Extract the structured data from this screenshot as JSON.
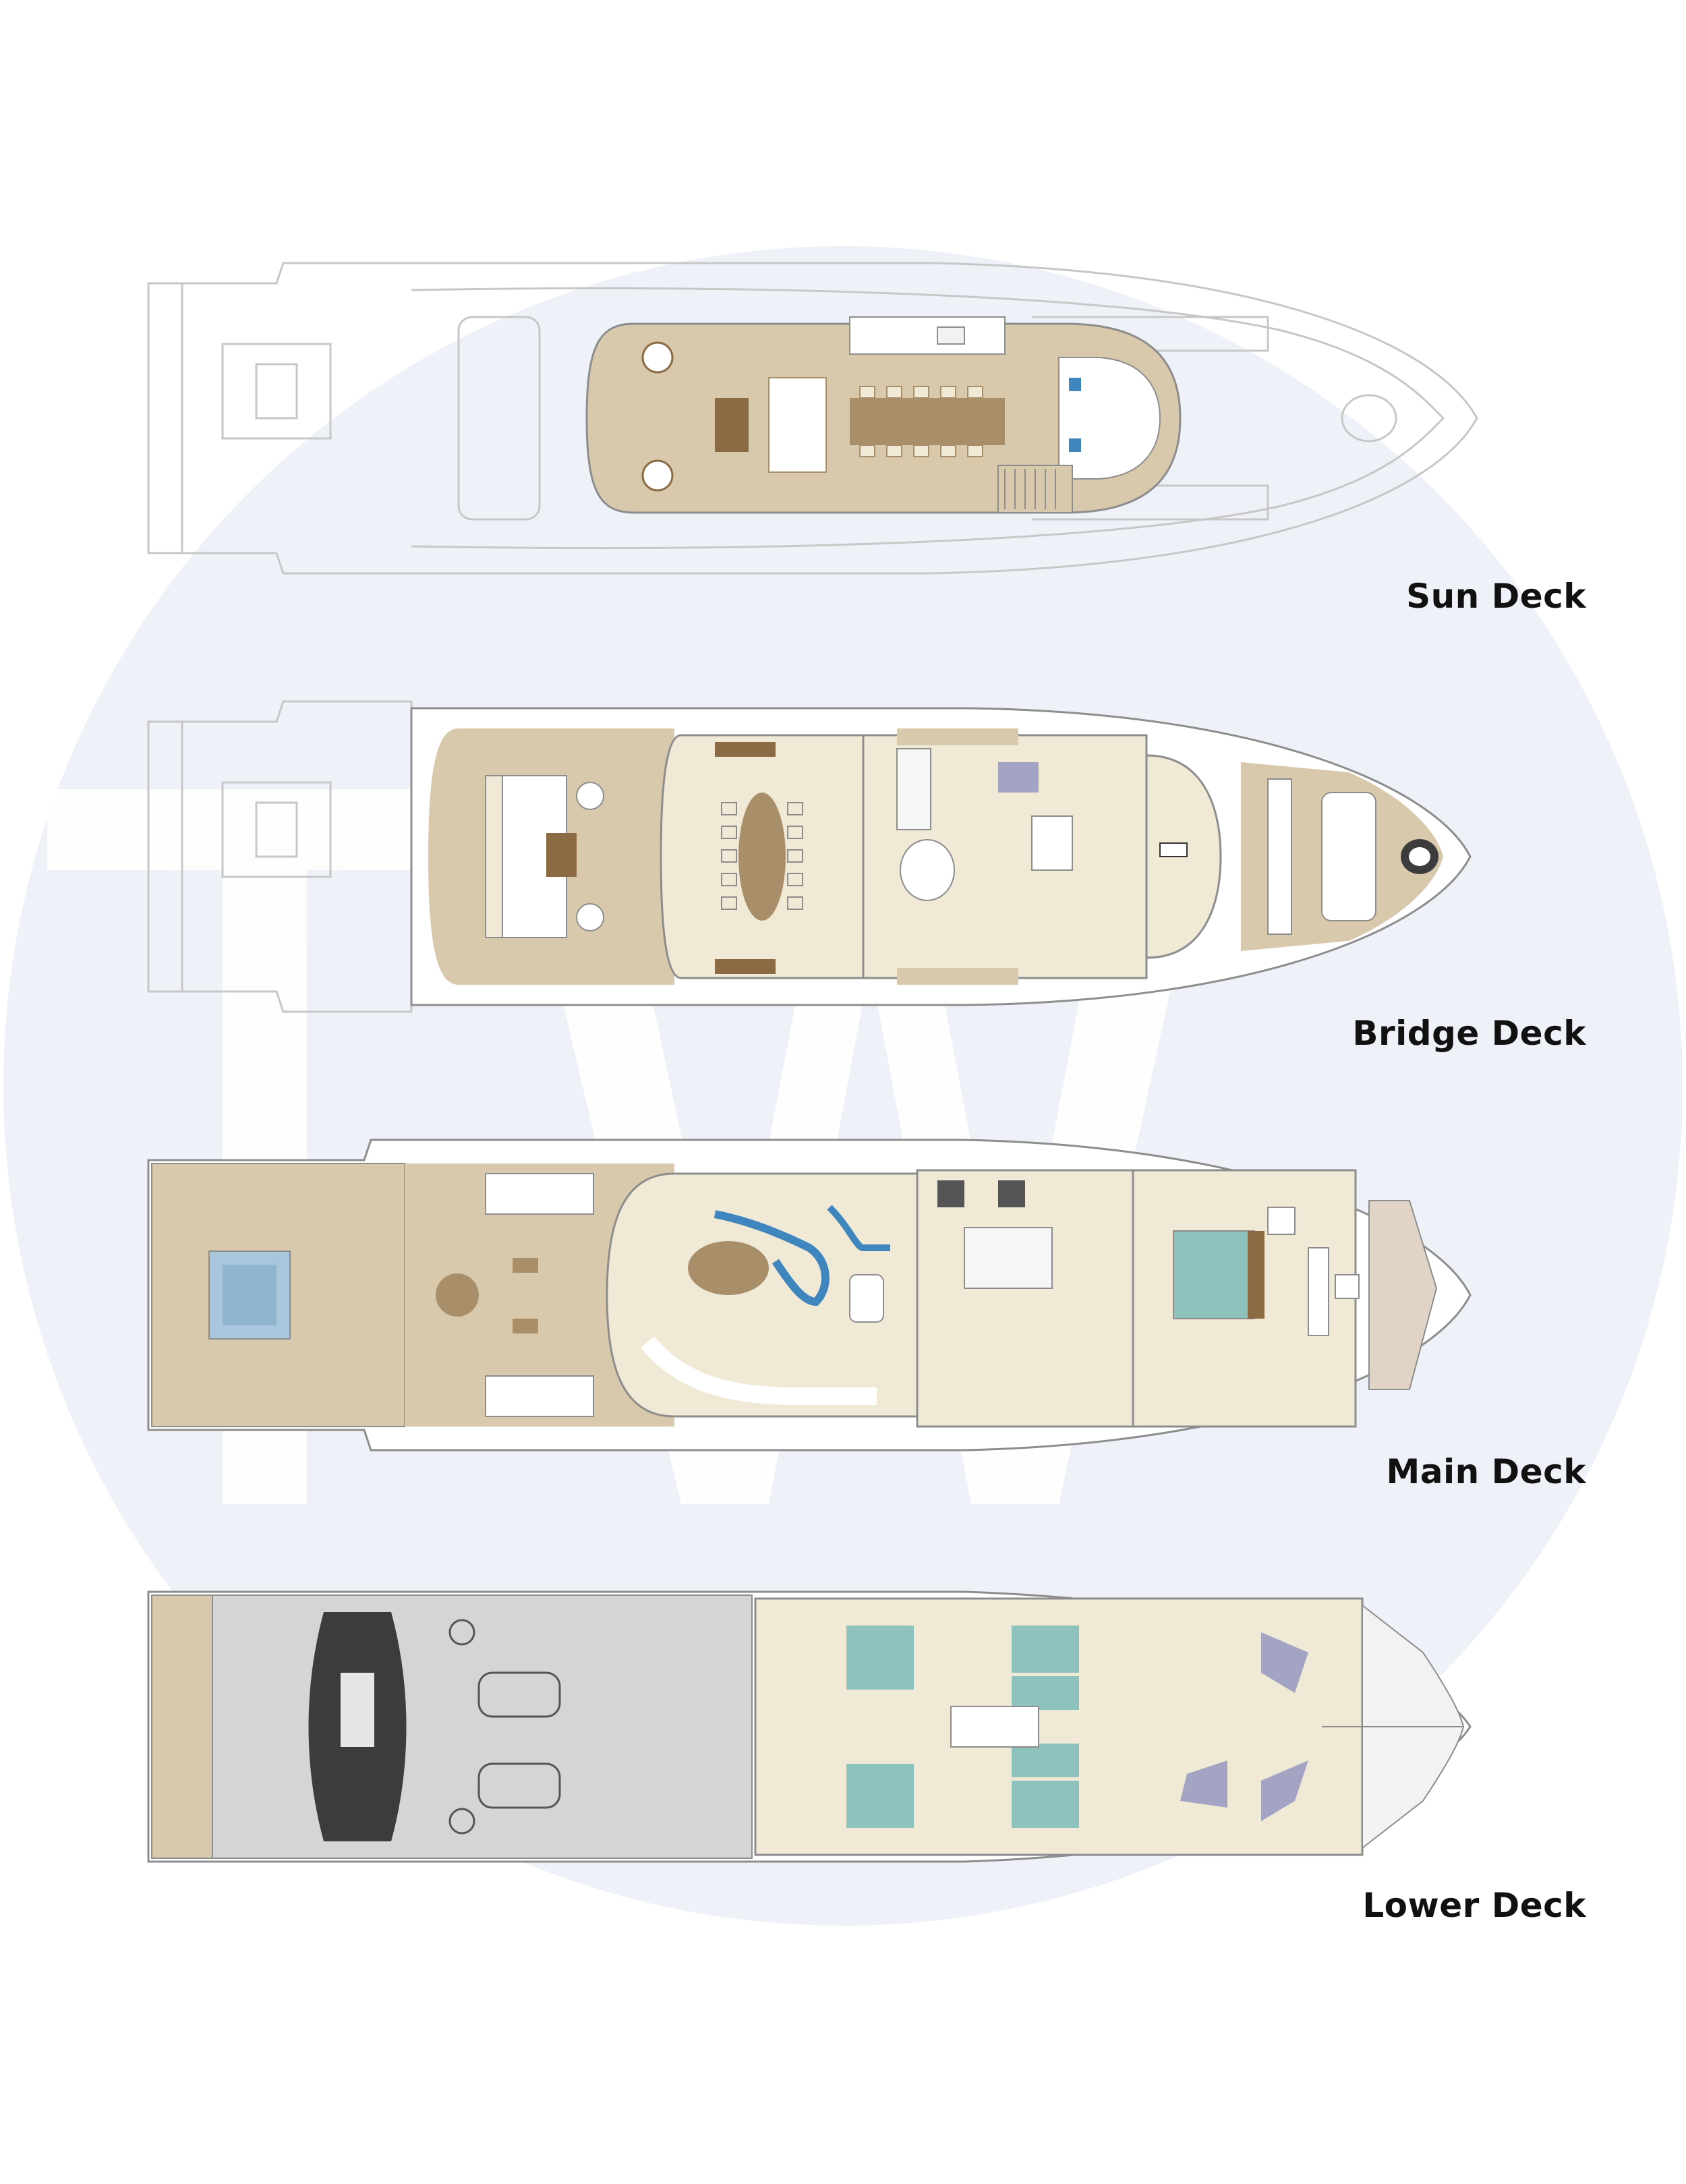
{
  "watermark": {
    "letters": "TW",
    "logo_color": "#eef1f7"
  },
  "colors": {
    "teak": "#d8c9ad",
    "teak_dark": "#a98f69",
    "cream": "#efe9d6",
    "hull_line": "#8d8d8d",
    "faded_line": "#c7c7c7",
    "pool": "#a8c7dd",
    "bed_teal": "#8ec3bd",
    "bed_lavender": "#a3a3c4",
    "sofa_blue": "#3f86be",
    "garage_gray": "#d5d5d6",
    "tender_dark": "#3c3c3c",
    "furniture_brown": "#8a6b44"
  },
  "decks": [
    {
      "label": "Sun Deck"
    },
    {
      "label": "Bridge Deck"
    },
    {
      "label": "Main Deck"
    },
    {
      "label": "Lower Deck"
    }
  ]
}
